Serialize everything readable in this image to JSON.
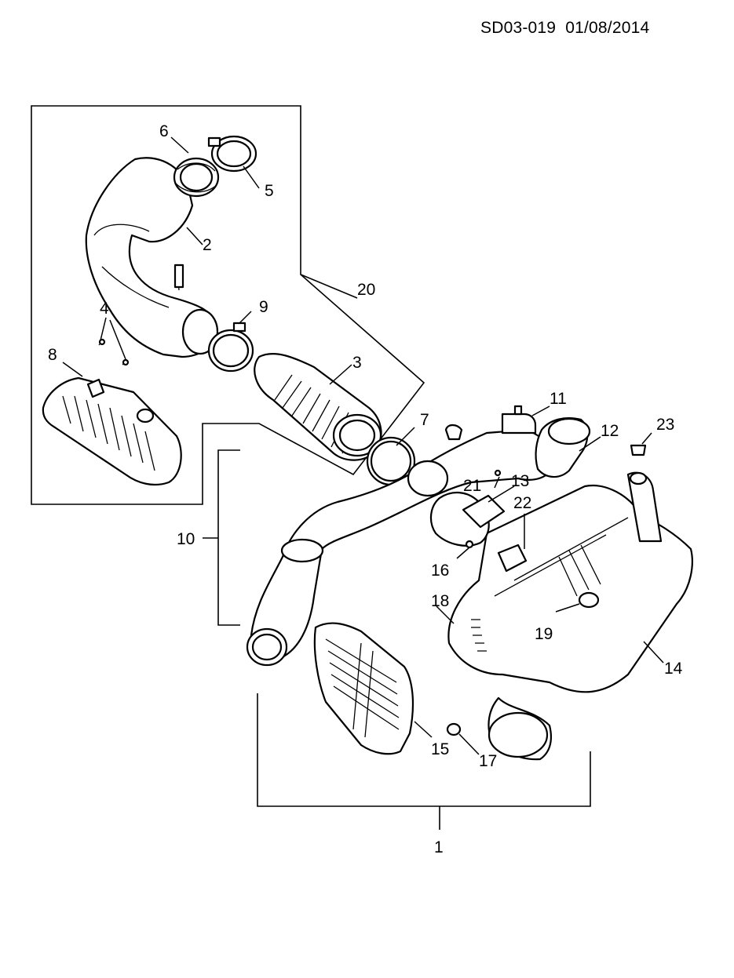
{
  "header": {
    "reference": "SD03-019  01/08/2014"
  },
  "callouts": {
    "c1": "1",
    "c2": "2",
    "c3": "3",
    "c4": "4",
    "c5": "5",
    "c6": "6",
    "c7": "7",
    "c8": "8",
    "c9": "9",
    "c10": "10",
    "c11": "11",
    "c12": "12",
    "c13": "13",
    "c14": "14",
    "c15": "15",
    "c16": "16",
    "c17": "17",
    "c18": "18",
    "c19": "19",
    "c20": "20",
    "c21": "21",
    "c22": "22",
    "c23": "23"
  }
}
